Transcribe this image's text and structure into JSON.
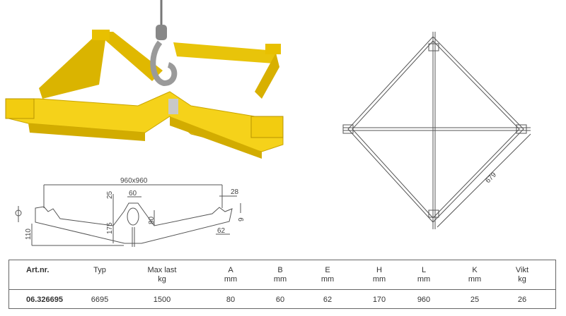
{
  "drawings": {
    "overall_size": "960x960",
    "dim_25": "25",
    "dim_60": "60",
    "dim_80": "80",
    "dim_175": "175",
    "dim_110": "110",
    "dim_28": "28",
    "dim_9": "9",
    "dim_62": "62",
    "diagonal_679": "679"
  },
  "table": {
    "headers": [
      {
        "line1": "Art.nr.",
        "line2": ""
      },
      {
        "line1": "Typ",
        "line2": ""
      },
      {
        "line1": "Max last",
        "line2": "kg"
      },
      {
        "line1": "A",
        "line2": "mm"
      },
      {
        "line1": "B",
        "line2": "mm"
      },
      {
        "line1": "E",
        "line2": "mm"
      },
      {
        "line1": "H",
        "line2": "mm"
      },
      {
        "line1": "L",
        "line2": "mm"
      },
      {
        "line1": "K",
        "line2": "mm"
      },
      {
        "line1": "Vikt",
        "line2": "kg"
      }
    ],
    "rows": [
      [
        "06.326695",
        "6695",
        "1500",
        "80",
        "60",
        "62",
        "170",
        "960",
        "25",
        "26"
      ]
    ]
  },
  "colors": {
    "product_yellow": "#f5d21a",
    "line": "#555555"
  }
}
